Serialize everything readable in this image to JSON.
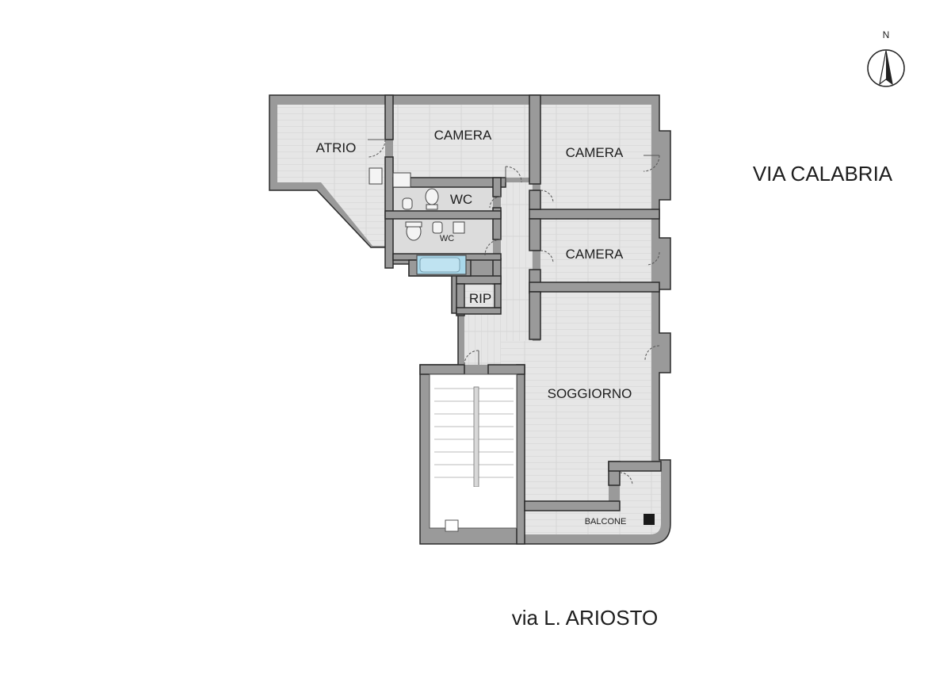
{
  "rooms": {
    "atrio": "ATRIO",
    "camera_top": "CAMERA",
    "camera_right_top": "CAMERA",
    "camera_right_mid": "CAMERA",
    "wc_large": "WC",
    "wc_small": "WC",
    "rip": "RIP",
    "soggiorno": "SOGGIORNO",
    "balcone": "BALCONE"
  },
  "streets": {
    "east": "VIA CALABRIA",
    "south": "via L. ARIOSTO"
  },
  "compass": {
    "label": "N"
  },
  "colors": {
    "wall": "#9a9a9a",
    "floor": "#e8e8e8",
    "bath": "#a9d8ea"
  }
}
